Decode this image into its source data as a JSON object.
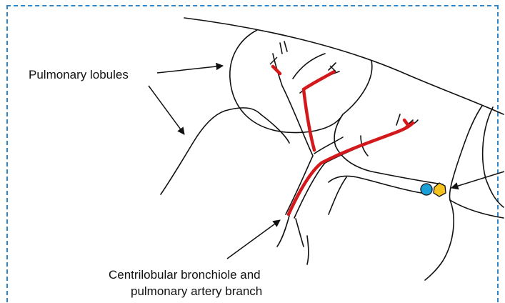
{
  "labels": {
    "lobules": "Pulmonary lobules",
    "bronchiole_line1": "Centrilobular bronchiole and",
    "bronchiole_line2": "pulmonary artery branch"
  },
  "colors": {
    "frame": "#2f86c8",
    "artery": "#d4191c",
    "lymph_blue": "#1aa0d8",
    "lymph_yellow": "#f4c21f",
    "outline": "#111111"
  }
}
